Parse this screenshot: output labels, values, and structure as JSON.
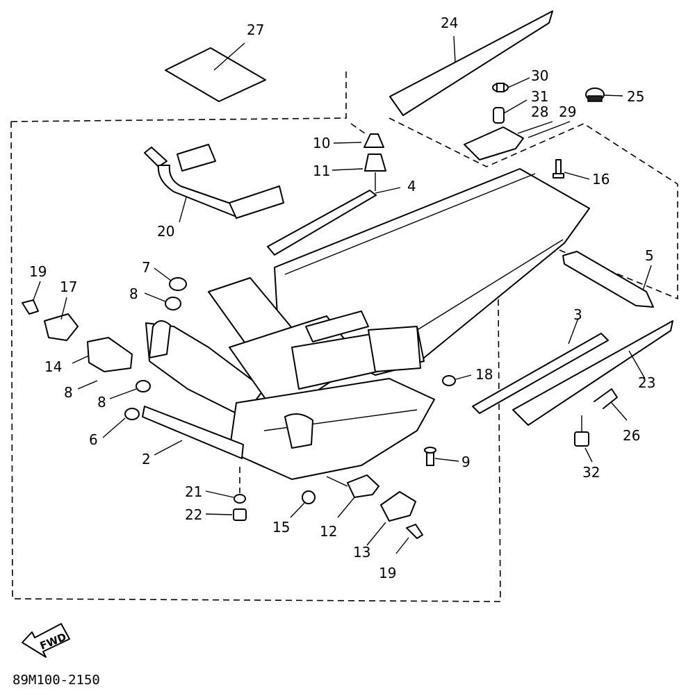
{
  "diagram": {
    "drawing_code": "89M100-2150",
    "fwd_label": "FWD",
    "callouts": [
      "27",
      "24",
      "30",
      "31",
      "25",
      "28",
      "29",
      "10",
      "11",
      "4",
      "16",
      "20",
      "5",
      "19",
      "17",
      "7",
      "8",
      "3",
      "14",
      "8",
      "8",
      "18",
      "23",
      "6",
      "26",
      "2",
      "9",
      "32",
      "21",
      "22",
      "15",
      "12",
      "13",
      "19"
    ]
  }
}
